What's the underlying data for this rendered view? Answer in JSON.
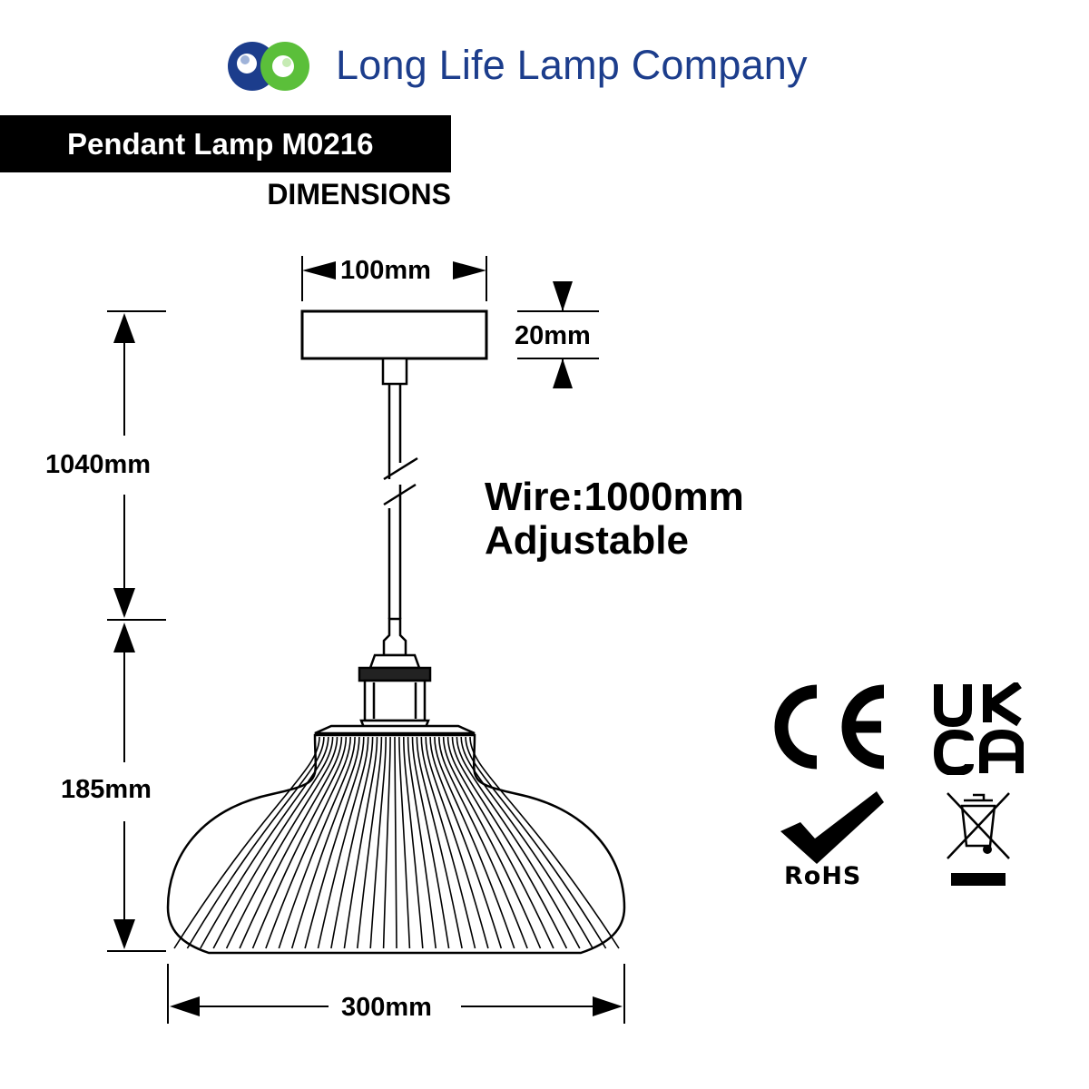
{
  "brand": {
    "name": "Long Life Lamp Company",
    "logo_colors": {
      "blue": "#1c3d8c",
      "green": "#5bbf3a"
    }
  },
  "product": {
    "title": "Pendant Lamp M0216",
    "section": "DIMENSIONS"
  },
  "dimensions": {
    "canopy_width": "100mm",
    "canopy_height": "20mm",
    "suspension_length": "1040mm",
    "shade_height": "185mm",
    "shade_width": "300mm"
  },
  "wire": {
    "length_label": "Wire:1000mm",
    "note": "Adjustable"
  },
  "certifications": {
    "ce": "CE",
    "ukca_top": "UK",
    "ukca_bottom": "CA",
    "rohs": "RoHS",
    "weee_icon": "crossed-wheelie-bin-icon"
  },
  "colors": {
    "ink": "#000000",
    "brand_blue": "#1c3d8c"
  }
}
